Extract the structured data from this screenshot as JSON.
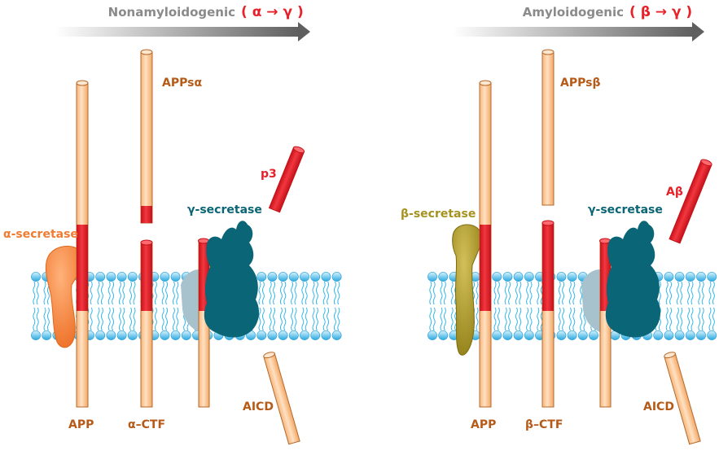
{
  "panels": [
    {
      "id": "nonamyloidogenic",
      "pathway": {
        "name": "Nonamyloidogenic",
        "steps": "( α → γ )"
      },
      "labels": {
        "app": "APP",
        "secretase1": "α-secretase",
        "fragment_soluble": "APPsα",
        "ctf": "α–CTF",
        "peptide": "p3",
        "gamma": "γ-secretase",
        "aicd": "AICD"
      }
    },
    {
      "id": "amyloidogenic",
      "pathway": {
        "name": "Amyloidogenic",
        "steps": "( β → γ )"
      },
      "labels": {
        "app": "APP",
        "secretase1": "β-secretase",
        "fragment_soluble": "APPsβ",
        "ctf": "β–CTF",
        "peptide": "Aβ",
        "gamma": "γ-secretase",
        "aicd": "AICD"
      }
    }
  ],
  "colors": {
    "app_body": "#fcc997",
    "app_outline": "#b46a2c",
    "red_segment": "#e6212a",
    "membrane_head": "#33b7ea",
    "membrane_head_light": "#b9e8fa",
    "membrane_tail": "#33b7ea",
    "alpha_secretase": "#f07c33",
    "beta_secretase": "#a6921f",
    "gamma_secretase": "#0a6576",
    "gamma_secretase_light": "#a7c2cc",
    "label_brown": "#b55a17",
    "label_red": "#e6212a",
    "label_teal": "#0a6576",
    "label_orange": "#f07c33",
    "label_olive": "#a6921f",
    "pathway_gray": "#8a8a8a"
  }
}
